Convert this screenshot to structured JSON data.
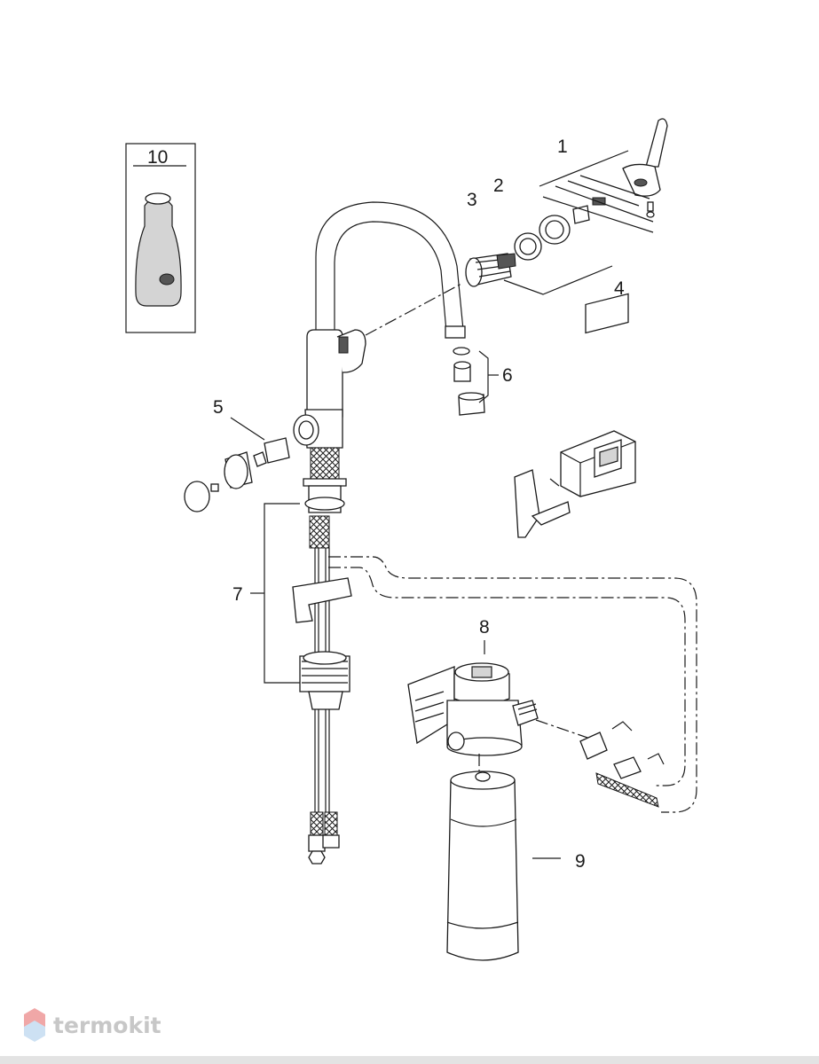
{
  "labels": {
    "p1": "1",
    "p2": "2",
    "p3": "3",
    "p4": "4",
    "p5": "5",
    "p6": "6",
    "p7": "7",
    "p8": "8",
    "p9": "9",
    "p10": "10"
  },
  "watermark": {
    "text": "termokit"
  },
  "colors": {
    "line": "#1a1a1a",
    "shade": "#d4d4d4",
    "watermark": "#c7c7c7",
    "logo": "#f0a7a7"
  }
}
